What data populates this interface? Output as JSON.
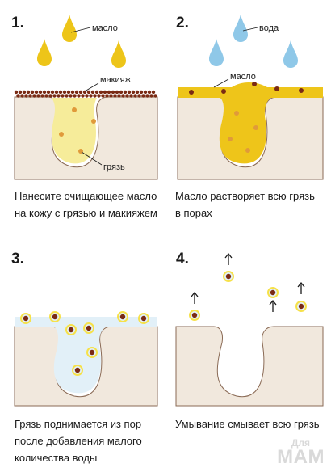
{
  "panels": [
    {
      "number": "1.",
      "labels": {
        "oil": "масло",
        "makeup": "макияж",
        "dirt": "грязь"
      },
      "caption": "Нанесите очищающее масло на кожу с грязью и макияжем"
    },
    {
      "number": "2.",
      "labels": {
        "water": "вода",
        "oil": "масло"
      },
      "caption": "Масло растворяет всю грязь в порах"
    },
    {
      "number": "3.",
      "caption": "Грязь поднимается из пор после добавления малого количества воды"
    },
    {
      "number": "4.",
      "caption": "Умывание смывает всю грязь"
    }
  ],
  "watermark": {
    "small": "Для",
    "big": "МАМ"
  },
  "colors": {
    "skin": "#f1e8dd",
    "skin_outline": "#8a6a55",
    "oil_light": "#f6ec9a",
    "oil_strong": "#eec51a",
    "oil_drop": "#edc519",
    "water_drop": "#8fc8e8",
    "water_layer": "#e2f0f8",
    "dirt": "#e09a3a",
    "makeup": "#7a2a14"
  }
}
